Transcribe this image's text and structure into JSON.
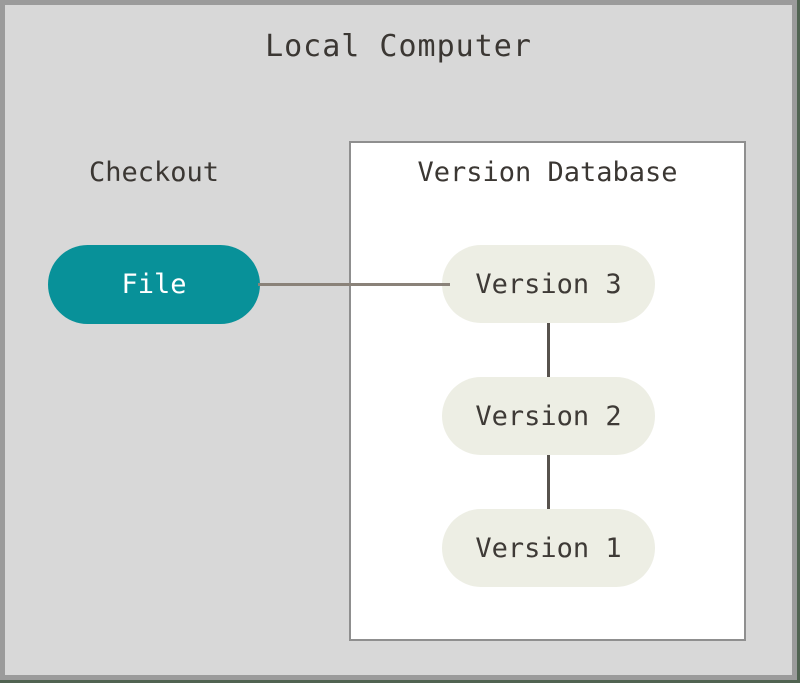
{
  "diagram": {
    "title": "Local Computer",
    "checkout": {
      "label": "Checkout",
      "file_node_label": "File"
    },
    "version_database": {
      "title": "Version Database",
      "versions": [
        "Version 3",
        "Version 2",
        "Version 1"
      ]
    },
    "colors": {
      "file_node_fill": "#089199",
      "version_node_fill": "#edeee4",
      "canvas_background": "#d8d8d8",
      "canvas_border": "#9b9b9b",
      "connector_horizontal": "#8a8279",
      "connector_vertical": "#57524d",
      "text": "#3b3733",
      "edge_green": "#506351"
    }
  }
}
